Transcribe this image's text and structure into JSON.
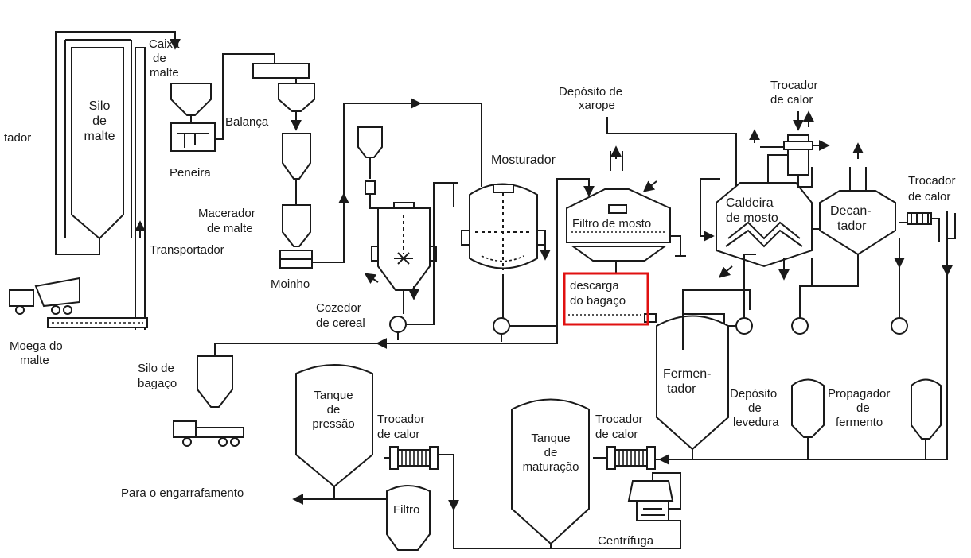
{
  "diagram": {
    "labels": {
      "tador": "tador",
      "silo_malte": [
        "Silo",
        "de",
        "malte"
      ],
      "caixa_malte": [
        "Caixa",
        "de",
        "malte"
      ],
      "peneira": "Peneira",
      "balanca": "Balança",
      "macerador": [
        "Macerador",
        "de  malte"
      ],
      "moinho": "Moinho",
      "transportador": "Transportador",
      "moega": [
        "Moega do",
        "malte"
      ],
      "cozedor": [
        "Cozedor",
        "de cereal"
      ],
      "mosturador": "Mosturador",
      "deposito_xarope": [
        "Depósito de",
        "xarope"
      ],
      "filtro_mosto": "Filtro de mosto",
      "descarga": [
        "descarga",
        "do bagaço"
      ],
      "trocador_top": [
        "Trocador",
        "de calor"
      ],
      "caldeira": [
        "Caldeira",
        "de mosto"
      ],
      "decantador": [
        "Decan-",
        "tador"
      ],
      "trocador_right": [
        "Trocador",
        "de calor"
      ],
      "silo_bagaco": [
        "Silo de",
        "bagaço"
      ],
      "tanque_pressao": [
        "Tanque",
        "de",
        "pressão"
      ],
      "trocador_mid1": [
        "Trocador",
        "de calor"
      ],
      "tanque_maturacao": [
        "Tanque",
        "de",
        "maturação"
      ],
      "trocador_mid2": [
        "Trocador",
        "de calor"
      ],
      "fermentador": [
        "Fermen-",
        "tador"
      ],
      "deposito_levedura": [
        "Depósito",
        "de",
        "levedura"
      ],
      "propagador": [
        "Propagador",
        "de",
        "fermento"
      ],
      "engarrafamento": "Para o engarrafamento",
      "filtro": "Filtro",
      "centrifuga": "Centrífuga"
    },
    "highlight_color": "#e01010",
    "line_color": "#1a1a1a"
  }
}
